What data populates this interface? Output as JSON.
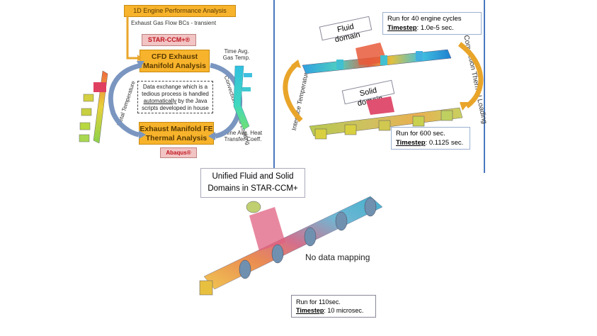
{
  "left_panel": {
    "engine_box": "1D Engine Performance Analysis",
    "exhaust_bc": "Exhaust Gas Flow BCs - transient",
    "starccm_label": "STAR-CCM+®",
    "cfd_box": "CFD Exhaust Manifold Analysis",
    "time_avg_gas": "Time Avg. Gas Temp.",
    "convection_thermal": "Convection Thermal Loading",
    "data_exchange": "Data exchange which is a tedious process is handled",
    "data_exchange_auto": "automatically",
    "data_exchange_tail": "by the Java scripts developed in house",
    "metal_temp": "Metal Temperature",
    "fe_box": "Exhaust Manifold FE Thermal Analysis",
    "time_avg_heat": "Time Avg. Heat Transfer Coeff.",
    "abaqus_label": "Abaqus®"
  },
  "right_panel": {
    "fluid_domain": "Fluid domain",
    "run_40": "Run for 40 engine cycles",
    "timestep_label_1": "Timestep",
    "timestep_value_1": ": 1.0e-5 sec.",
    "convection_thermal": "Convection Thermal Loading",
    "interface_temp": "Interface Temperature",
    "solid_domain": "Solid domain",
    "run_600": "Run for 600 sec.",
    "timestep_label_2": "Timestep",
    "timestep_value_2": ": 0.1125 sec."
  },
  "bottom_panel": {
    "unified_title": "Unified Fluid and Solid Domains in STAR-CCM+",
    "no_mapping": "No data mapping",
    "run_110": "Run for 110sec.",
    "timestep_label_3": "Timestep",
    "timestep_value_3": ": 10 microsec."
  },
  "colors": {
    "orange_box": "#f7b32b",
    "divider_blue": "#4a78c0",
    "arrow_blue": "#7a96c0",
    "arrow_orange": "#e9a52a"
  }
}
